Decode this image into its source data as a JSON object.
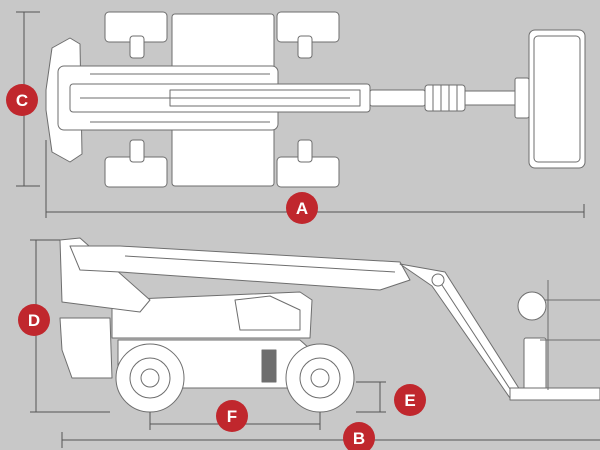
{
  "colors": {
    "background": "#c8c8c8",
    "machine_fill": "#ffffff",
    "outline": "#6e6e6e",
    "dimension_line": "#555555",
    "badge": "#c0272d",
    "badge_text": "#ffffff"
  },
  "dimensions": {
    "a": "A",
    "b": "B",
    "c": "C",
    "d": "D",
    "e": "E",
    "f": "F"
  }
}
